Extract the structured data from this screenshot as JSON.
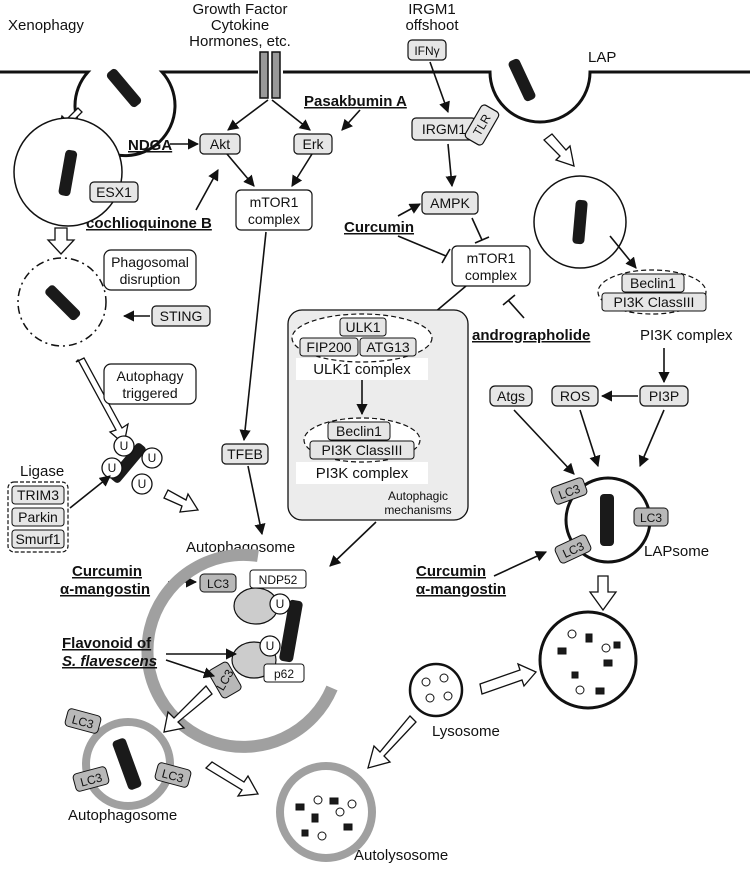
{
  "labels": {
    "xenophagy": "Xenophagy",
    "growth_factor": [
      "Growth Factor",
      "Cytokine",
      "Hormones, etc."
    ],
    "irgm1_offshoot": [
      "IRGM1",
      "offshoot"
    ],
    "ifng": "IFNγ",
    "lap": "LAP",
    "pasakbumin": "Pasakbumin A",
    "ndga": "NDGA",
    "akt": "Akt",
    "erk": "Erk",
    "irgm1": "IRGM1",
    "tlr": "TLR",
    "esx1": "ESX1",
    "cochlioquinone": "cochlioquinone B",
    "mtor1_a": [
      "mTOR1",
      "complex"
    ],
    "ampk": "AMPK",
    "curcumin": "Curcumin",
    "mtor1_b": [
      "mTOR1",
      "complex"
    ],
    "phagosomal": [
      "Phagosomal",
      "disruption"
    ],
    "sting": "STING",
    "ulk1": "ULK1",
    "fip200": "FIP200",
    "atg13": "ATG13",
    "ulk1_complex": "ULK1 complex",
    "andrographolide": "andrographolide",
    "beclin1": "Beclin1",
    "pi3k_class3": "PI3K ClassIII",
    "pi3k_complex": "PI3K complex",
    "autophagy_triggered": [
      "Autophagy",
      "triggered"
    ],
    "ligase": "Ligase",
    "trim3": "TRIM3",
    "parkin": "Parkin",
    "smurf1": "Smurf1",
    "tfeb": "TFEB",
    "autophagic_mech": [
      "Autophagic",
      "mechanisms"
    ],
    "atgs": "Atgs",
    "ros": "ROS",
    "pi3p": "PI3P",
    "autophagosome": "Autophagosome",
    "curcumin2": "Curcumin",
    "amangostin": "α-mangostin",
    "lc3": "LC3",
    "ndp52": "NDP52",
    "u": "U",
    "flavonoid": [
      "Flavonoid of",
      "S. flavescens"
    ],
    "p62": "p62",
    "lapsome": "LAPsome",
    "lysosome": "Lysosome",
    "autolysosome": "Autolysosome"
  },
  "colors": {
    "box_fill": "#e6e6e6",
    "panel_fill": "#ececec",
    "ring_gray": "#a0a0a0",
    "lc3_fill": "#b8b8b8",
    "arrow_fill": "#ffffff",
    "dark": "#1a1a1a"
  }
}
